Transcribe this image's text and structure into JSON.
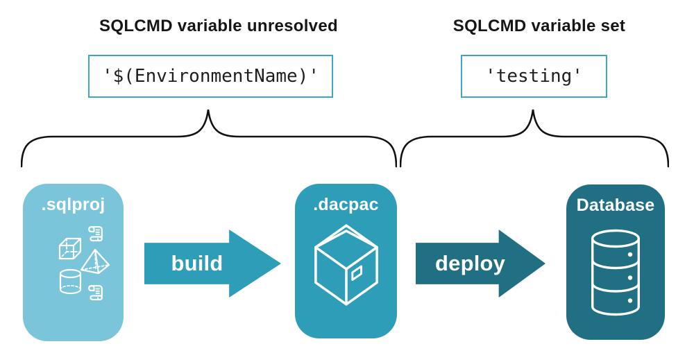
{
  "diagram": {
    "left_annotation": {
      "title": "SQLCMD variable unresolved",
      "code": "'$(EnvironmentName)'"
    },
    "right_annotation": {
      "title": "SQLCMD variable set",
      "code": "'testing'"
    },
    "nodes": [
      {
        "id": "sqlproj",
        "label": ".sqlproj",
        "icon": "sql-objects-icon",
        "color": "#7ac5da"
      },
      {
        "id": "dacpac",
        "label": ".dacpac",
        "icon": "package-icon",
        "color": "#2e9db8"
      },
      {
        "id": "database",
        "label": "Database",
        "icon": "database-icon",
        "color": "#216f82"
      }
    ],
    "arrows": [
      {
        "id": "build",
        "label": "build",
        "color": "#2e9db8"
      },
      {
        "id": "deploy",
        "label": "deploy",
        "color": "#216f82"
      }
    ],
    "colors": {
      "background": "#ffffff",
      "code_box_border": "#3ba7c5",
      "brace": "#111111",
      "heading_text": "#161616",
      "icon_stroke": "#ffffff"
    }
  }
}
